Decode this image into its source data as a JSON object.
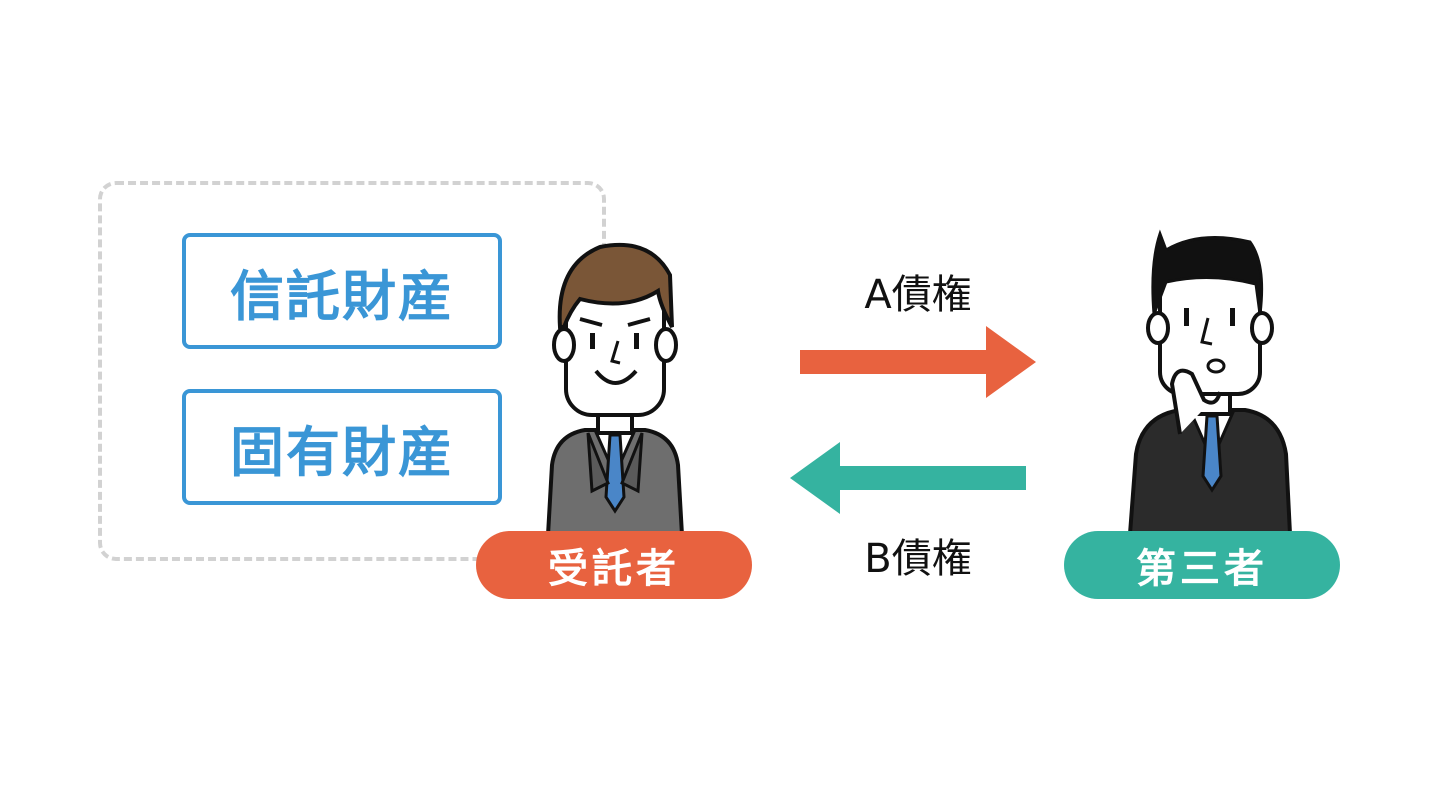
{
  "colors": {
    "blue_accent": "#3a96d6",
    "trustee_red": "#e8623f",
    "third_party_green": "#35b3a0",
    "dashed_gray": "#d2d2d2"
  },
  "assets": {
    "trust_property": "信託財産",
    "own_property": "固有財産"
  },
  "parties": {
    "trustee": "受託者",
    "third_party": "第三者"
  },
  "claims": {
    "a": "A債権",
    "b": "B債権"
  },
  "icons": {
    "trustee": "smiling-businessman-icon",
    "third_party": "thinking-businessman-icon",
    "right_arrow": "arrow-right-icon",
    "left_arrow": "arrow-left-icon"
  }
}
